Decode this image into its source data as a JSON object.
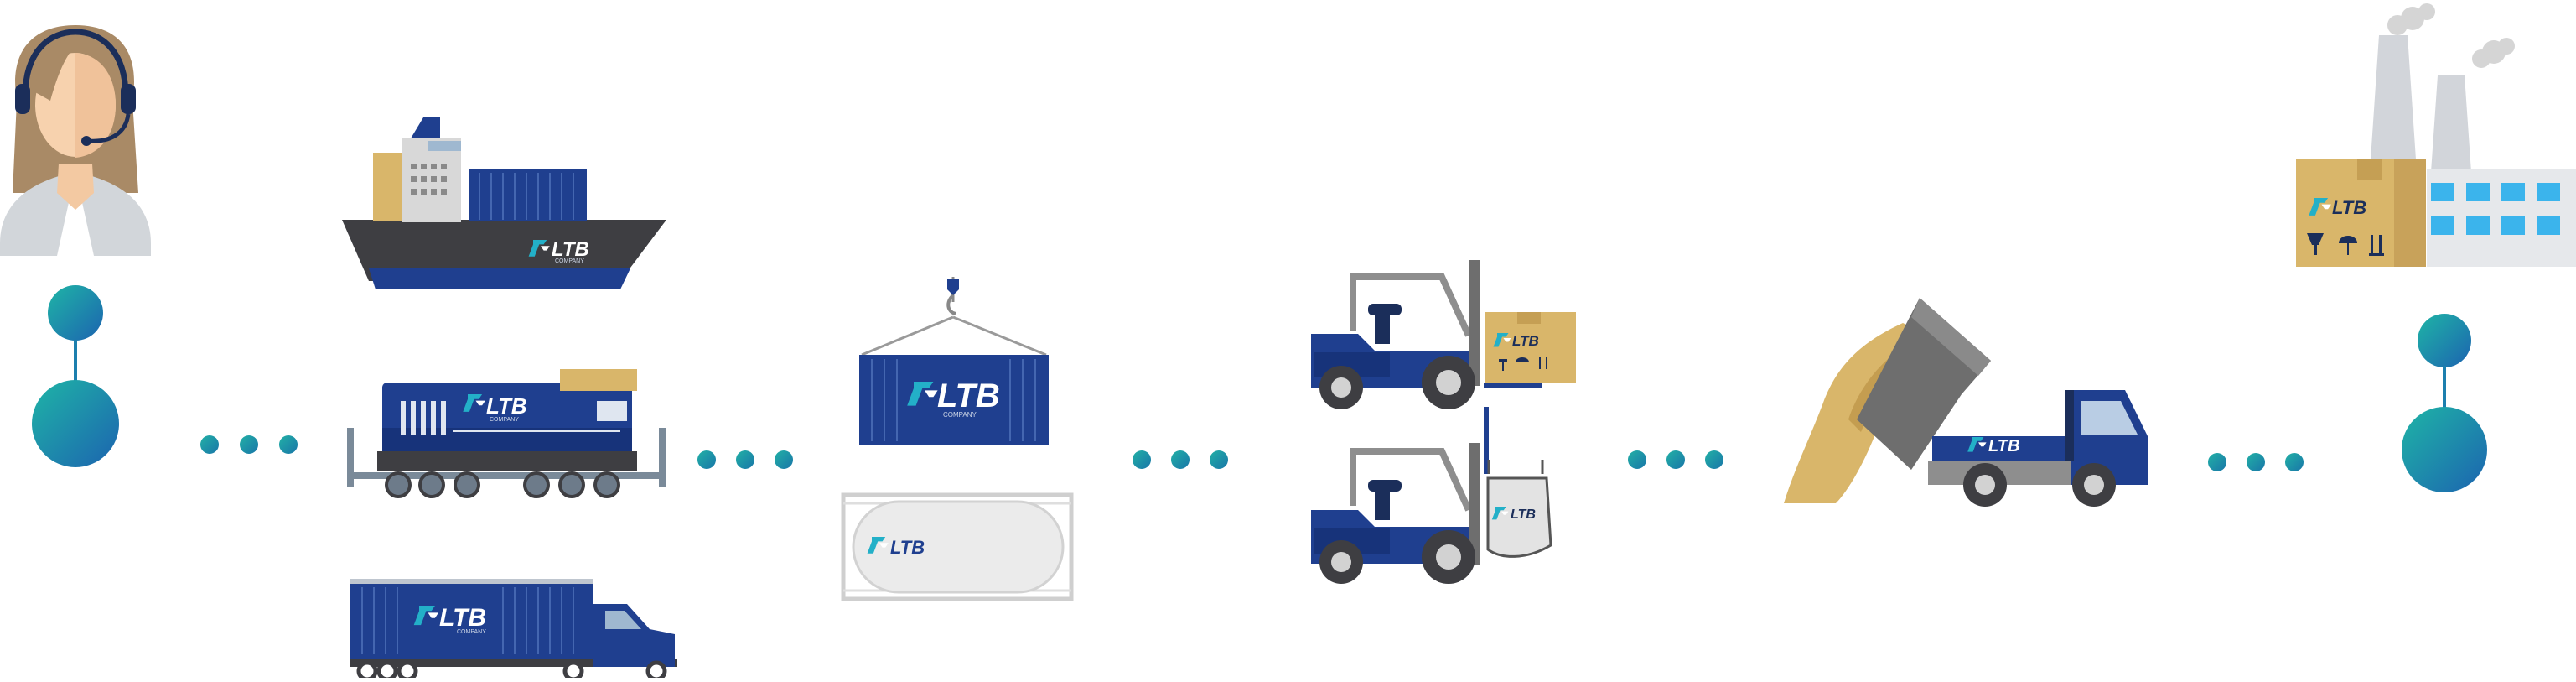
{
  "brand": {
    "name": "LTB",
    "tagline": "COMPANY",
    "colors": {
      "navy": "#1f3f8f",
      "navy_dark": "#16306e",
      "teal": "#1ea7a4",
      "cardboard": "#d9b66a",
      "gray": "#7d7d7d",
      "light_gray": "#e6e6e6"
    }
  },
  "flow": {
    "stages": [
      {
        "id": "customer",
        "icon": "customer-service-agent-icon"
      },
      {
        "id": "transport",
        "icons": [
          "cargo-ship-icon",
          "freight-train-icon",
          "semi-truck-icon"
        ]
      },
      {
        "id": "containers",
        "icons": [
          "shipping-container-icon",
          "tank-container-icon"
        ]
      },
      {
        "id": "handling",
        "icons": [
          "forklift-box-icon",
          "forklift-bulk-bag-icon"
        ]
      },
      {
        "id": "delivery",
        "icon": "dump-truck-icon"
      },
      {
        "id": "destination",
        "icon": "factory-icon"
      }
    ],
    "connectors": [
      "dots",
      "dots",
      "dots",
      "dots",
      "dots"
    ]
  }
}
